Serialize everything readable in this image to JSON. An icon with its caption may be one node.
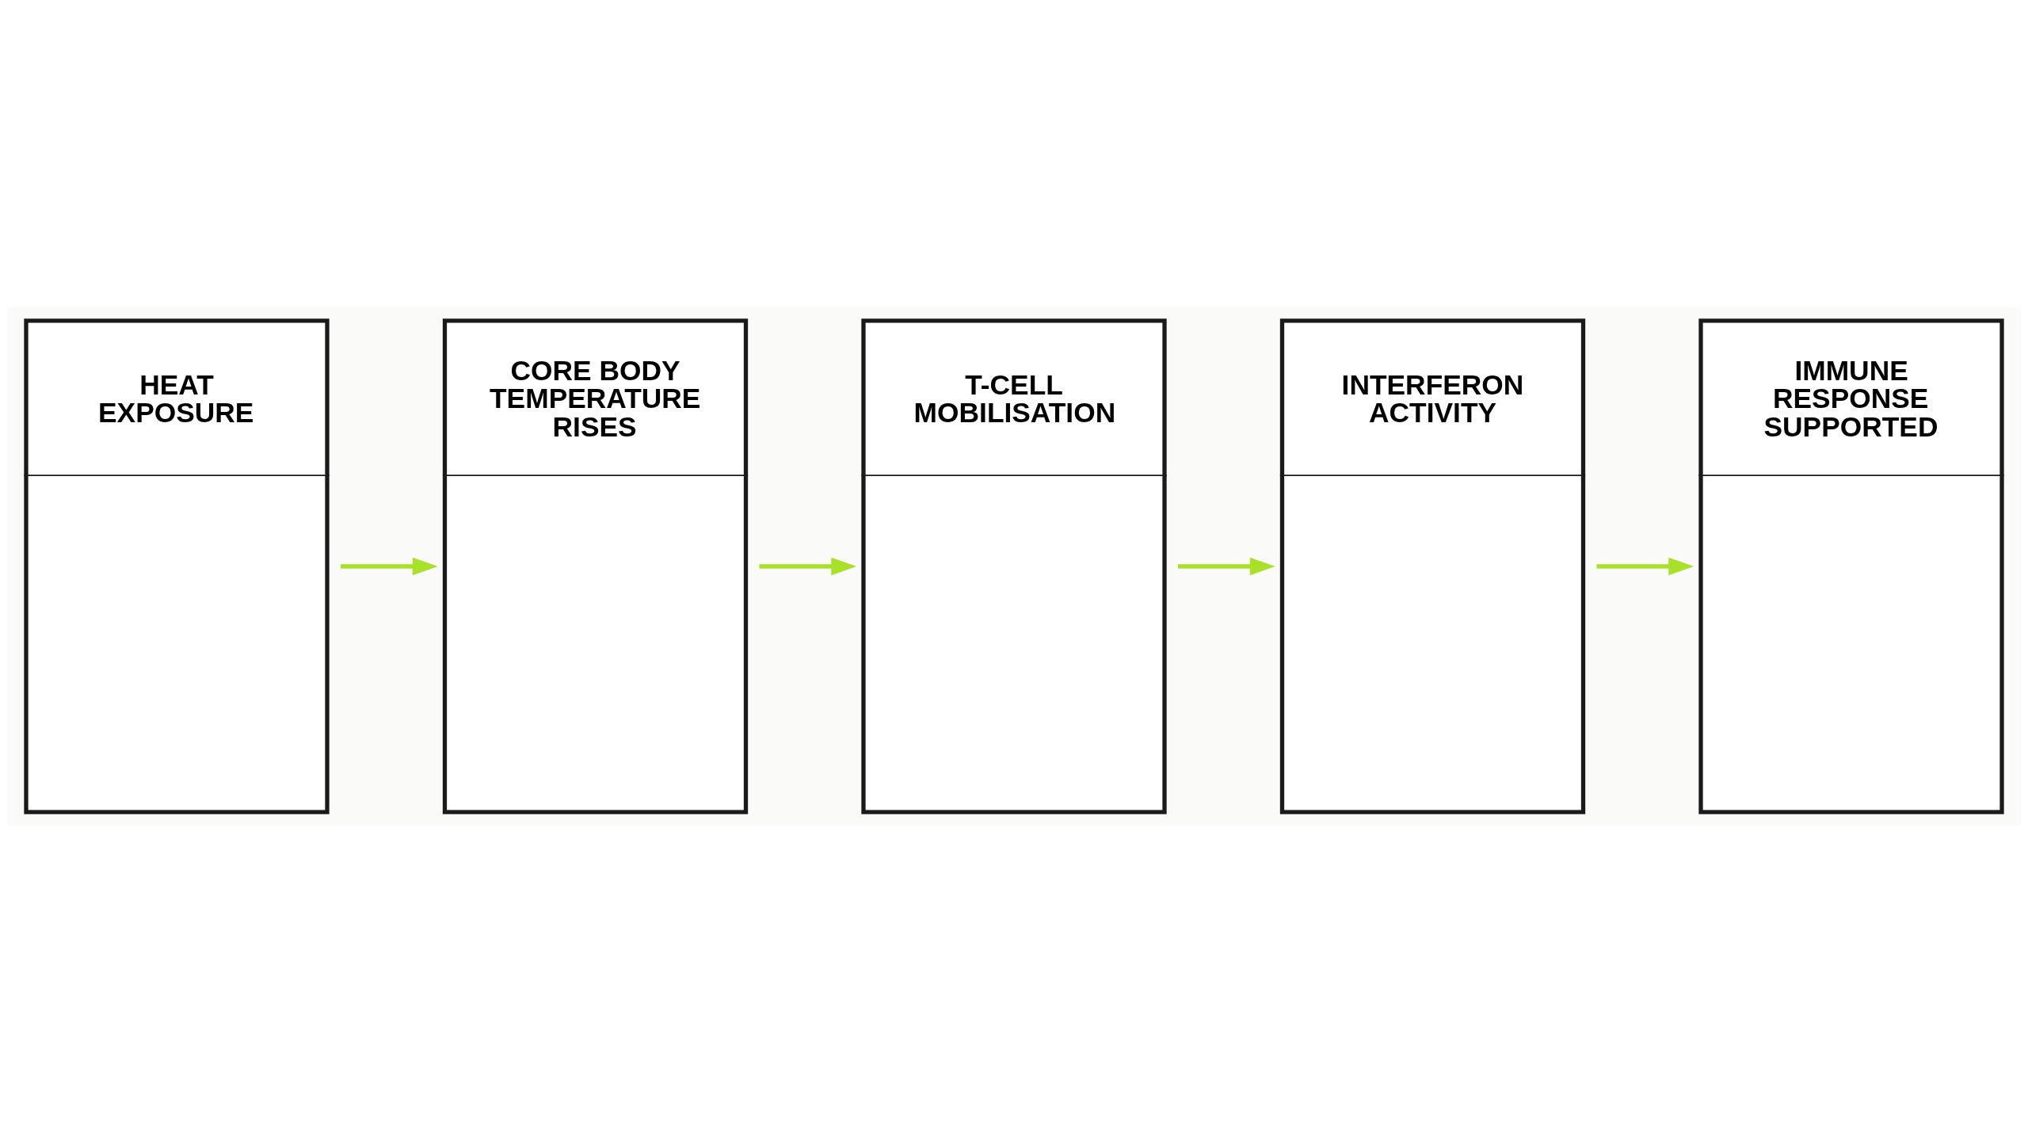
{
  "diagram": {
    "nodes": [
      {
        "text": [
          "HEAT EXPOSURE"
        ]
      },
      {
        "text": [
          "CORE BODY TEMPERATURE RISES"
        ]
      },
      {
        "text": [
          "T-CELL MOBILISATION"
        ]
      },
      {
        "text": [
          "INTERFERON ACTIVITY"
        ]
      },
      {
        "text": [
          "IMMUNE RESPONSE SUPPORTED"
        ]
      }
    ],
    "edges": [
      {
        "from": 0,
        "to": 1,
        "arrow": "to"
      },
      {
        "from": 1,
        "to": 2,
        "arrow": "to"
      },
      {
        "from": 2,
        "to": 3,
        "arrow": "to"
      },
      {
        "from": 3,
        "to": 4,
        "arrow": "to"
      }
    ]
  }
}
